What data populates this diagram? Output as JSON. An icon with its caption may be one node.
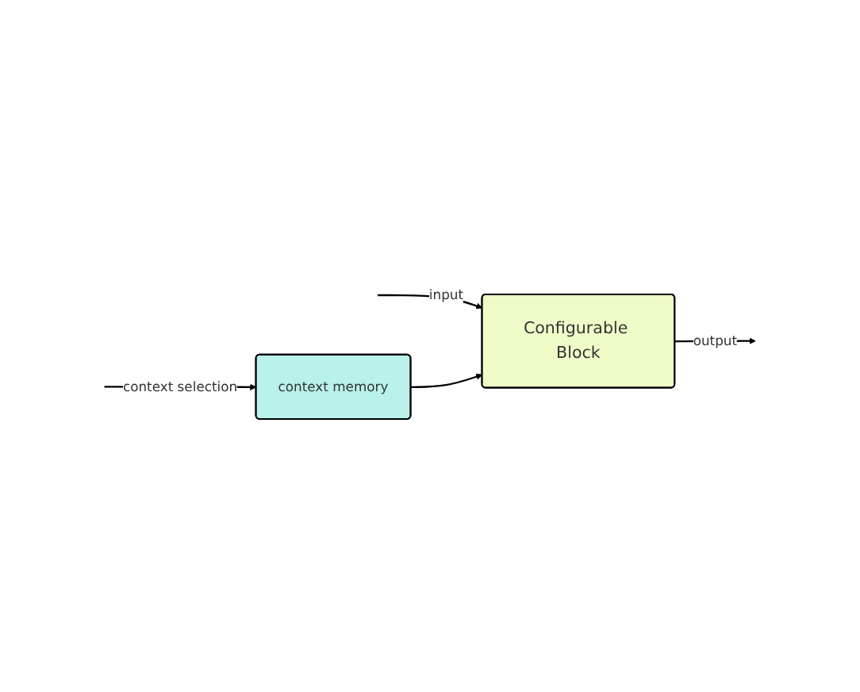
{
  "diagram": {
    "nodes": [
      {
        "text": [
          "Configurable Block"
        ]
      },
      {
        "text": [
          "context memory"
        ]
      }
    ],
    "edges": [
      {
        "from": null,
        "to": 0,
        "arrow": "to",
        "label": "input"
      },
      {
        "from": 0,
        "to": null,
        "arrow": "to",
        "label": "output"
      },
      {
        "from": null,
        "to": 1,
        "arrow": "to",
        "label": "context selection"
      },
      {
        "from": 1,
        "to": 0,
        "arrow": "to"
      }
    ]
  }
}
